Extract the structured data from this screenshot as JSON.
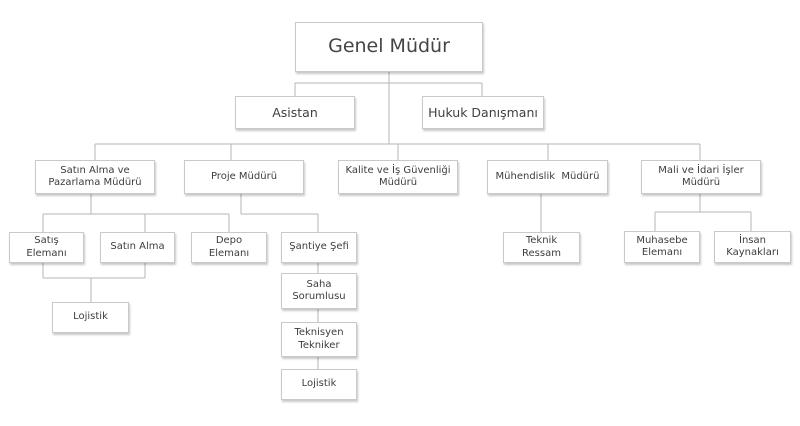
{
  "org": {
    "ceo": "Genel Müdür",
    "assistant": "Asistan",
    "legal_advisor": "Hukuk Danışmanı",
    "purchasing_manager": "Satın Alma ve Pazarlama Müdürü",
    "project_manager": "Proje Müdürü",
    "quality_manager": "Kalite ve İş Güvenliği Müdürü",
    "engineering_manager": "Mühendislik  Müdürü",
    "finance_manager": "Mali ve İdari İşler Müdürü",
    "sales_staff": "Satış Elemanı",
    "purchasing": "Satın Alma",
    "logistics_purchasing": "Lojistik",
    "depot_staff": "Depo Elemanı",
    "site_chief": "Şantiye Şefi",
    "field_officer": "Saha Sorumlusu",
    "technician": "Teknisyen Tekniker",
    "logistics_project": "Lojistik",
    "drafter": "Teknik Ressam",
    "accountant": "Muhasebe Elemanı",
    "hr": "İnsan Kaynakları"
  }
}
